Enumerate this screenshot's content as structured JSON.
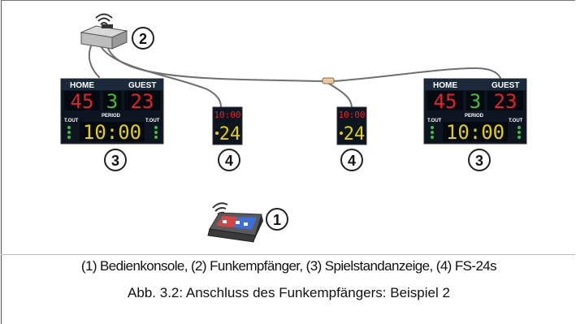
{
  "scoreboard_left": {
    "home_label": "HOME",
    "guest_label": "GUEST",
    "home_score": "45",
    "period": "3",
    "guest_score": "23",
    "period_label": "PERIOD",
    "timeout_left": "T.OUT",
    "timeout_right": "T.OUT",
    "time": "10:00"
  },
  "scoreboard_right": {
    "home_label": "HOME",
    "guest_label": "GUEST",
    "home_score": "45",
    "period": "3",
    "guest_score": "23",
    "period_label": "PERIOD",
    "timeout_left": "T.OUT",
    "timeout_right": "T.OUT",
    "time": "10:00"
  },
  "shot_clock_left": {
    "time": "10:00",
    "seconds": "24"
  },
  "shot_clock_right": {
    "time": "10:00",
    "seconds": "24"
  },
  "markers": {
    "console": "1",
    "receiver": "2",
    "scoreboard_left": "3",
    "shot_clock_left": "4",
    "shot_clock_right": "4",
    "scoreboard_right": "3"
  },
  "caption": {
    "legend": "(1) Bedienkonsole, (2) Funkempfänger, (3) Spielstandanzeige, (4) FS-24s",
    "figure": "Abb. 3.2: Anschluss des Funkempfängers: Beispiel 2"
  },
  "colors": {
    "board_bg": "#0d1620",
    "score_red": "#e8202a",
    "period_green": "#3fbf3a",
    "time_yellow": "#e8d000",
    "cable": "#6f6f6f"
  }
}
